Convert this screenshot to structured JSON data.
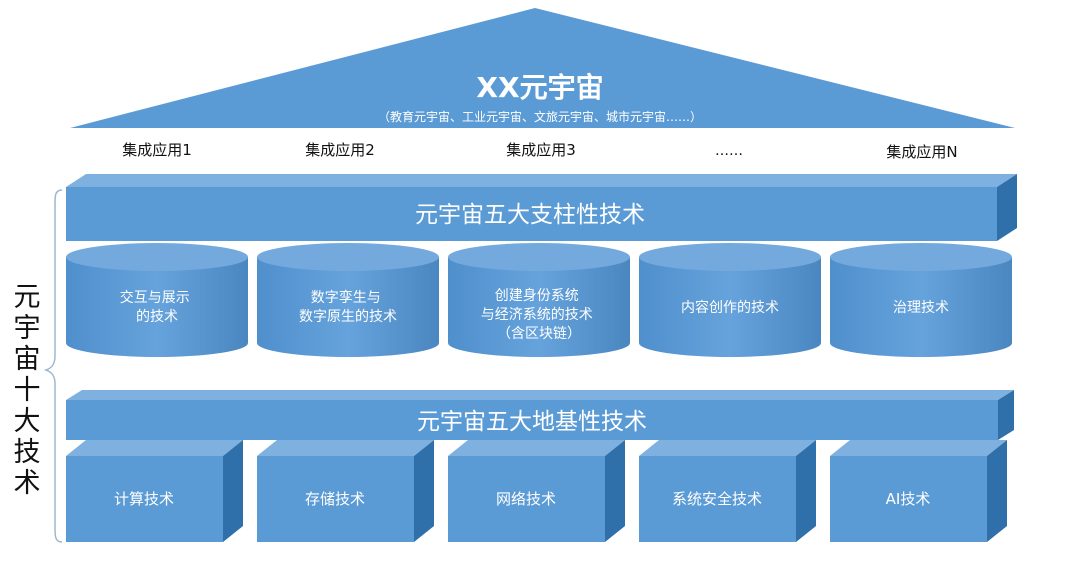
{
  "roof": {
    "title": "XX元宇宙",
    "subtitle": "（教育元宇宙、工业元宇宙、文旅元宇宙、城市元宇宙……）"
  },
  "applications": [
    "集成应用1",
    "集成应用2",
    "集成应用3",
    "……",
    "集成应用N"
  ],
  "pillar_beam": {
    "label": "元宇宙五大支柱性技术"
  },
  "pillars": [
    {
      "lines": [
        "交互与展示",
        "的技术"
      ]
    },
    {
      "lines": [
        "数字孪生与",
        "数字原生的技术"
      ]
    },
    {
      "lines": [
        "创建身份系统",
        "与经济系统的技术",
        "（含区块链）"
      ]
    },
    {
      "lines": [
        "内容创作的技术"
      ]
    },
    {
      "lines": [
        "治理技术"
      ]
    }
  ],
  "base_beam": {
    "label": "元宇宙五大地基性技术"
  },
  "foundations": [
    {
      "label": "计算技术"
    },
    {
      "label": "存储技术"
    },
    {
      "label": "网络技术"
    },
    {
      "label": "系统安全技术"
    },
    {
      "label": "AI技术"
    }
  ],
  "side_label": "元\n宇\n宙\n十\n大\n技\n术",
  "colors": {
    "face": "#5b9bd5",
    "top": "#73a9dc",
    "side": "#2f6faa",
    "shade": "#4a86c0"
  }
}
